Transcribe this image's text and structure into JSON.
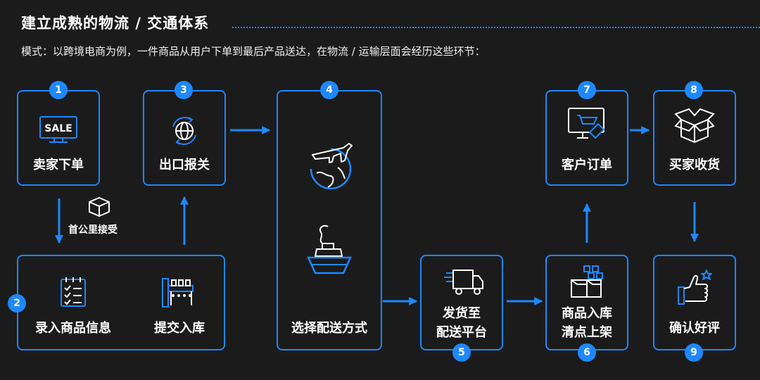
{
  "header": {
    "title": "建立成熟的物流 / 交通体系",
    "subtitle": "模式：以跨境电商为例，一件商品从用户下单到最后产品送达，在物流 / 运输层面会经历这些环节："
  },
  "steps": {
    "s1": {
      "number": "1",
      "label": "卖家下单"
    },
    "s2": {
      "number": "2",
      "label_a": "录入商品信息",
      "label_b": "提交入库"
    },
    "s3": {
      "number": "3",
      "label": "出口报关"
    },
    "s4": {
      "number": "4",
      "label": "选择配送方式"
    },
    "s5": {
      "number": "5",
      "label_line1": "发货至",
      "label_line2": "配送平台"
    },
    "s6": {
      "number": "6",
      "label_line1": "商品入库",
      "label_line2": "清点上架"
    },
    "s7": {
      "number": "7",
      "label": "客户订单"
    },
    "s8": {
      "number": "8",
      "label": "买家收货"
    },
    "s9": {
      "number": "9",
      "label": "确认好评"
    }
  },
  "annotations": {
    "first_mile": "首公里接受",
    "sale_sign": "SALE"
  },
  "icons": {
    "s1": "monitor-sale-icon",
    "first_mile": "box-icon",
    "s2a": "checklist-icon",
    "s2b": "warehouse-icon",
    "s3": "globe-arrows-icon",
    "s4a": "plane-earth-icon",
    "s4b": "ship-icon",
    "s5": "truck-icon",
    "s6": "storage-box-icon",
    "s7": "cart-order-icon",
    "s8": "parcel-icon",
    "s9": "thumbs-up-icon"
  },
  "colors": {
    "accent": "#1e88ff",
    "background": "#1b1b1b",
    "text": "#ffffff"
  }
}
